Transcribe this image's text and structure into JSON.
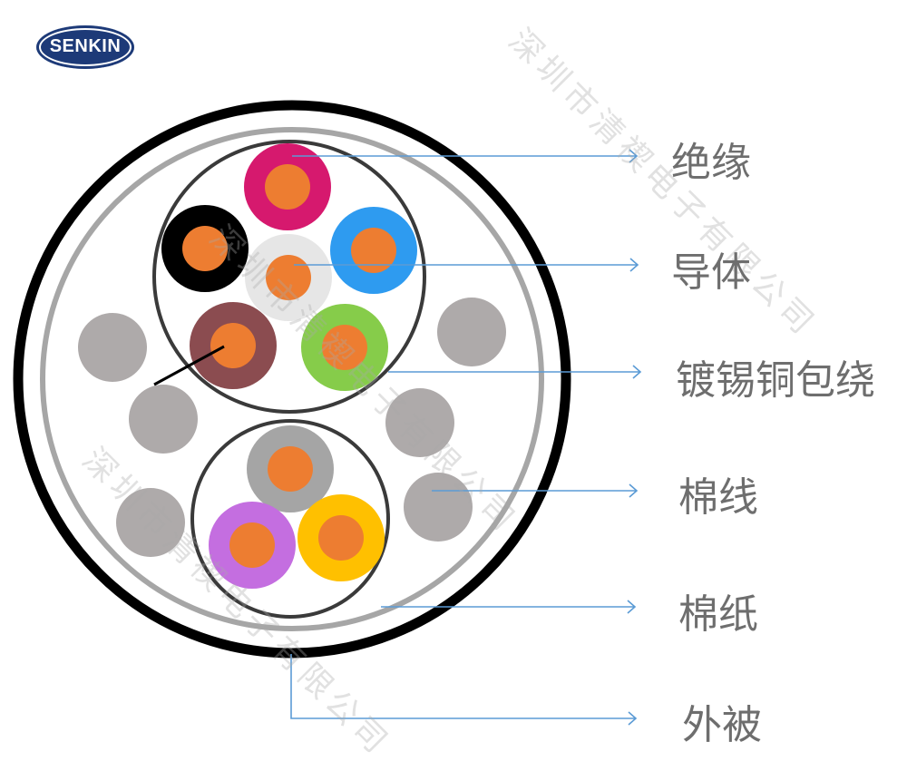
{
  "logo": {
    "text": "SENKIN",
    "color": "#1d3a78"
  },
  "watermark": {
    "text": "深圳市清禊电子有限公司"
  },
  "labels": [
    {
      "id": "insulation",
      "text": "绝缘"
    },
    {
      "id": "conductor",
      "text": "导体"
    },
    {
      "id": "tinned-copper-wrap",
      "text": "镀锡铜包绕"
    },
    {
      "id": "cotton-thread",
      "text": "棉线"
    },
    {
      "id": "cotton-paper",
      "text": "棉纸"
    },
    {
      "id": "outer-jacket",
      "text": "外被"
    }
  ],
  "colors": {
    "outer_jacket": "#000000",
    "cotton_paper_ring": "#a6a6a6",
    "group_ring": "#3a3a3a",
    "conductor": "#ed7d31",
    "filler": "#aeaaaa",
    "leader_line": "#5b9bd5",
    "label_text": "#6e6e6e"
  },
  "cores_top_group": [
    {
      "insulation": "#d6196e"
    },
    {
      "insulation": "#000000"
    },
    {
      "insulation": "#e6e6e6"
    },
    {
      "insulation": "#2e9bf0"
    },
    {
      "insulation": "#8b4c50"
    },
    {
      "insulation": "#86cc4a"
    }
  ],
  "cores_bottom_group": [
    {
      "insulation": "#a5a5a5"
    },
    {
      "insulation": "#c46ee0"
    },
    {
      "insulation": "#ffc000"
    }
  ]
}
